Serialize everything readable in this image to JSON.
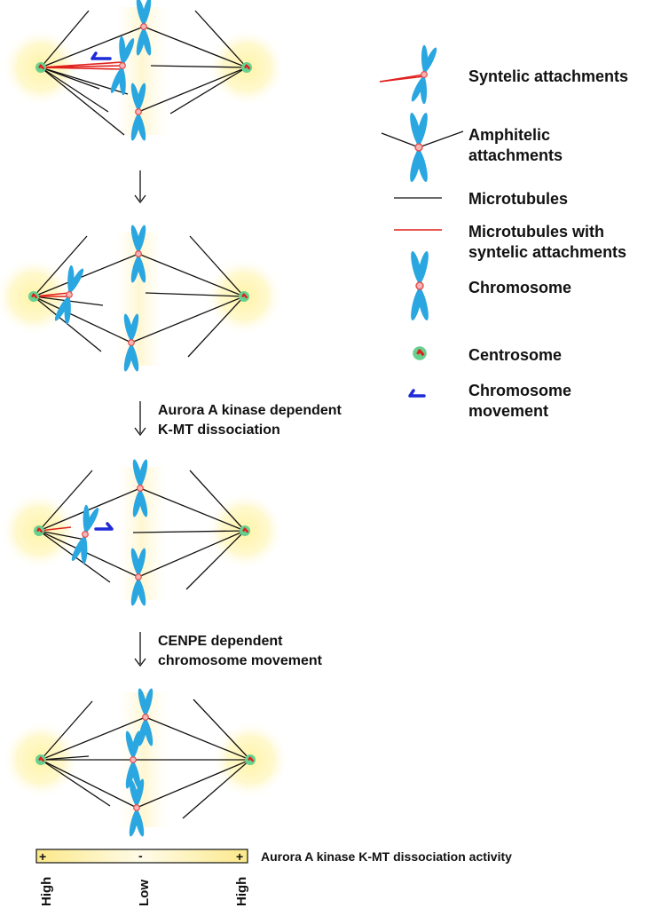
{
  "legend": {
    "syntelic": "Syntelic attachments",
    "amphitelic_1": "Amphitelic",
    "amphitelic_2": "attachments",
    "microtubules": "Microtubules",
    "syntelic_mt_1": "Microtubules with",
    "syntelic_mt_2": "syntelic attachments",
    "chromosome": "Chromosome",
    "centrosome": "Centrosome",
    "movement_1": "Chromosome",
    "movement_2": "movement"
  },
  "steps": {
    "step2_line1": "Aurora A kinase dependent",
    "step2_line2": "K-MT dissociation",
    "step3_line1": "CENPE dependent",
    "step3_line2": "chromosome movement"
  },
  "gradient_bar": {
    "label": "Aurora A kinase K-MT dissociation activity",
    "sign_left": "+",
    "sign_mid": "-",
    "sign_right": "+",
    "axis_left": "High",
    "axis_mid": "Low",
    "axis_right": "High",
    "fill_color": "#fdf6c3"
  },
  "colors": {
    "chromosome": "#2aa7e0",
    "centromere": "#e84a4a",
    "microtubule": "#111111",
    "syntelic_microtubule": "#e0201c",
    "centrosome": "#66d18f",
    "movement_arrow": "#1e2bd6",
    "halo": "#fff3a6"
  }
}
